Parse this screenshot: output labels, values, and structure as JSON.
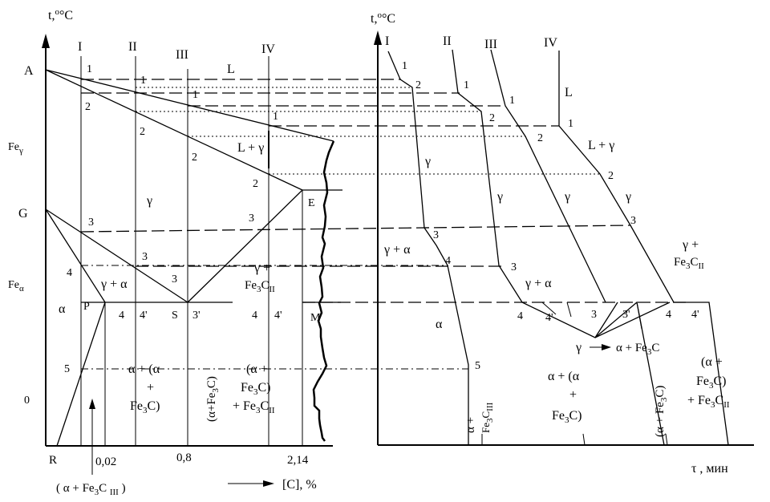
{
  "left": {
    "y_axis_label": "t,",
    "y_axis_unit": "°C",
    "x_axis_label": "[C], %",
    "x_ticks": [
      "0,02",
      "0,8",
      "2,14"
    ],
    "columns": [
      "I",
      "II",
      "III",
      "IV"
    ],
    "points": {
      "A": "A",
      "G": "G",
      "E": "E",
      "P": "P",
      "S": "S",
      "M": "M",
      "R": "R"
    },
    "y_marks": {
      "fe_gamma": "Fe",
      "fe_gamma_sub": "γ",
      "fe_alpha": "Fe",
      "fe_alpha_sub": "α",
      "zero": "0"
    },
    "phases": {
      "L": "L",
      "L_plus_gamma": "L + γ",
      "gamma": "γ",
      "gamma_plus_alpha": "γ + α",
      "alpha": "α",
      "gamma_plus": "γ +",
      "fe3c_ii": "Fe",
      "fe3c_ii_sub3": "3",
      "fe3c_ii_c": "C",
      "fe3c_ii_sub": "II",
      "pearlite_line1": "α + (α",
      "pearlite_line2": "+",
      "pearlite_line3": "Fe",
      "pearlite_line3_sub": "3",
      "pearlite_line3_end": "C)",
      "eutectoid_vertical": "(α+Fe",
      "eutectoid_vertical_sub": "3",
      "eutectoid_vertical_end": "C)",
      "hyper_line1": "(α +",
      "hyper_line2": "Fe",
      "hyper_line2_sub": "3",
      "hyper_line2_end": "C)",
      "hyper_line3": "+ Fe",
      "hyper_line3_sub": "3",
      "hyper_line3_c": "C",
      "hyper_line3_sub2": "II",
      "bottom_note": "( α +  Fe",
      "bottom_note_sub": "3",
      "bottom_note_c": "C ",
      "bottom_note_sub2": "III",
      "bottom_note_end": " )"
    },
    "numbers": {
      "n1": "1",
      "n2": "2",
      "n3": "3",
      "n4": "4",
      "n5": "5",
      "n4p": "4'",
      "n3p": "3'"
    }
  },
  "right": {
    "y_axis_label": "t,",
    "y_axis_unit": "°C",
    "x_axis_label": "τ , мин",
    "columns": [
      "I",
      "II",
      "III",
      "IV"
    ],
    "phases": {
      "L": "L",
      "L_plus_gamma": "L + γ",
      "gamma": "γ",
      "gamma_plus_alpha": "γ + α",
      "alpha": "α",
      "gamma_plus": "γ +",
      "fe3c": "Fe",
      "fe3c_sub": "3",
      "fe3c_c": "C",
      "fe3c_ii_sub": "II",
      "reaction": "γ",
      "reaction_product": "α + Fe",
      "reaction_sub": "3",
      "reaction_end": "C",
      "p1_line1": "α +",
      "p1_line2": "Fe",
      "p1_line2_sub": "3",
      "p1_line2_c": "C",
      "p1_line2_sub2": "III",
      "p2_line1": "α + (α",
      "p2_line2": "+",
      "p2_line3": "Fe",
      "p2_line3_sub": "3",
      "p2_line3_end": "C)",
      "p3_vertical": "(α + Fe",
      "p3_vertical_sub": "3",
      "p3_vertical_end": "C)",
      "p4_line1": "(α +",
      "p4_line2": "Fe",
      "p4_line2_sub": "3",
      "p4_line2_end": "C)",
      "p4_line3": "+ Fe",
      "p4_line3_sub": "3",
      "p4_line3_c": "C",
      "p4_line3_sub2": "II"
    },
    "numbers": {
      "n1": "1",
      "n2": "2",
      "n3": "3",
      "n4": "4",
      "n5": "5",
      "n4p": "4'",
      "n3p": "3'"
    }
  }
}
